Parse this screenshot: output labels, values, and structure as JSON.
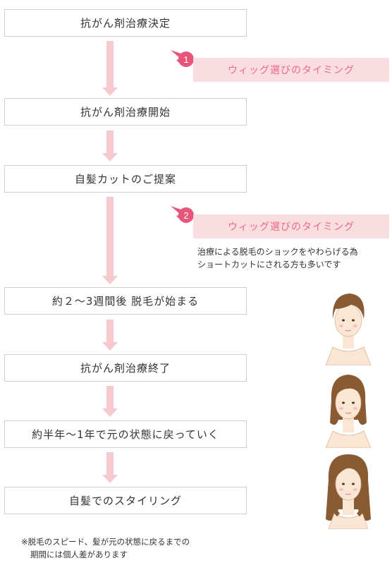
{
  "steps": [
    "抗がん剤治療決定",
    "抗がん剤治療開始",
    "自髪カットのご提案",
    "約２〜3週間後 脱毛が始まる",
    "抗がん剤治療終了",
    "約半年〜1年で元の状態に戻っていく",
    "自髪でのスタイリング"
  ],
  "timings": [
    {
      "number": "1",
      "label": "ウィッグ選びのタイミング"
    },
    {
      "number": "2",
      "label": "ウィッグ選びのタイミング"
    }
  ],
  "note": {
    "line1": "治療による脱毛のショックをやわらげる為",
    "line2": "ショートカットにされる方も多いです"
  },
  "footnote": {
    "line1": "※脱毛のスピード、髪が元の状態に戻るまでの",
    "line2": "期間には個人差があります"
  },
  "colors": {
    "arrow": "#f6c9cf",
    "timing_bg": "#fadde1",
    "timing_text": "#ec6a87",
    "pointer": "#e9547a",
    "step_border": "#cfcfcf"
  },
  "illustrations": [
    "short-hair-face-icon",
    "medium-hair-face-icon",
    "long-hair-face-icon"
  ]
}
